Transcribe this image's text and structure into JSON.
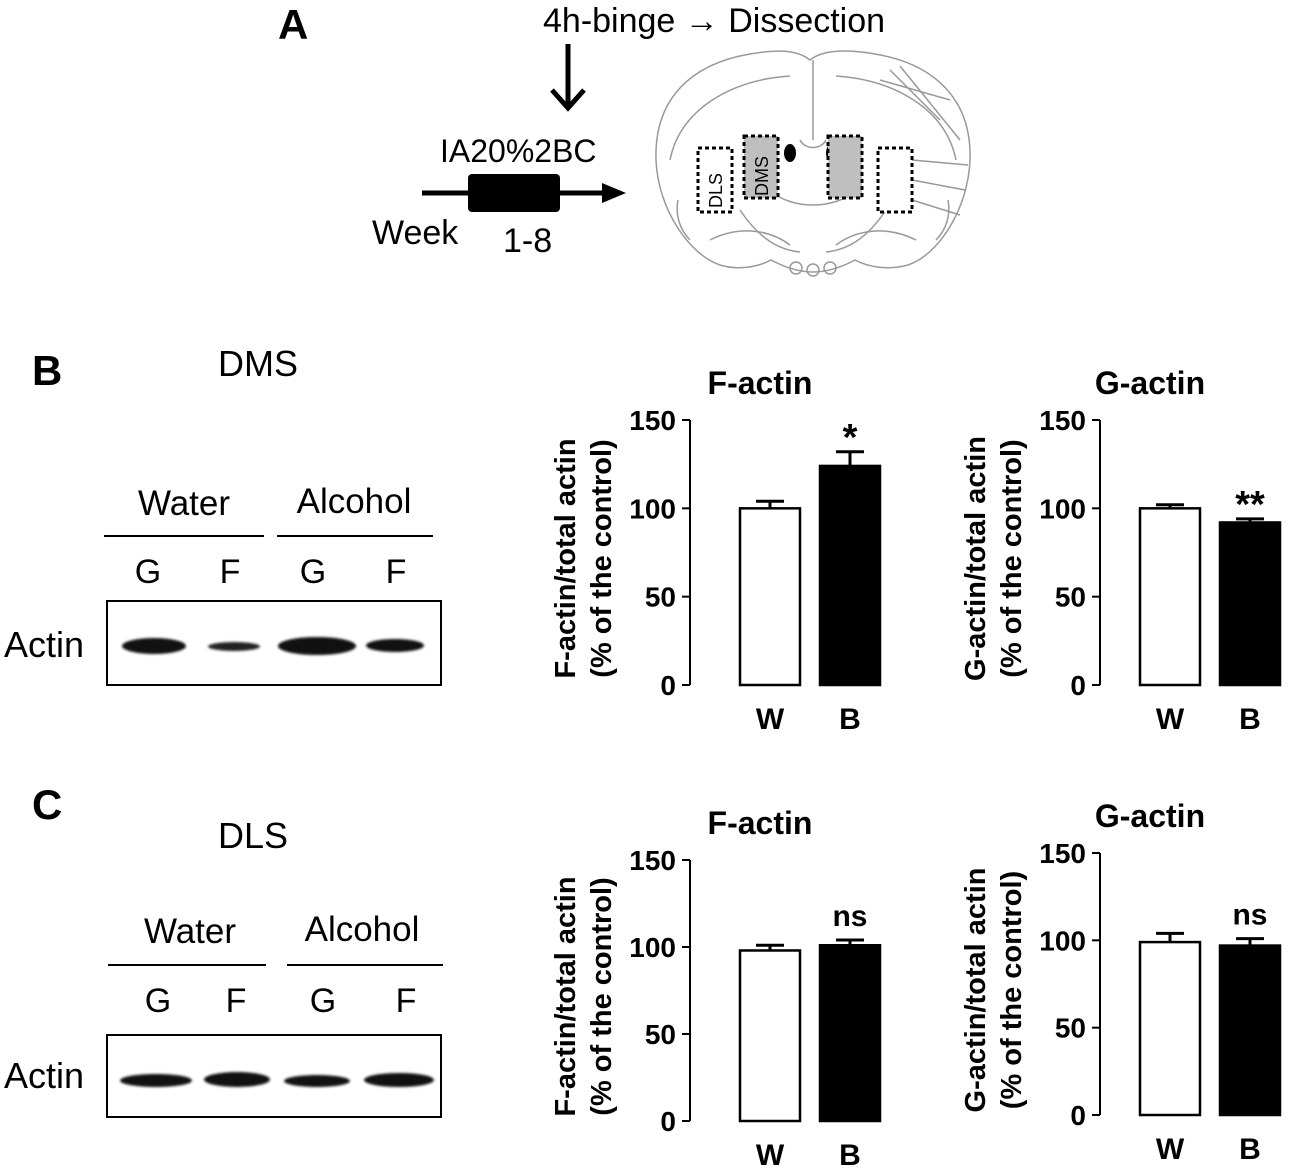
{
  "panel_a": {
    "letter": "A",
    "timeline_top": "4h-binge → Dissection",
    "protocol": "IA20%2BC",
    "week_label": "Week",
    "week_range": "1-8",
    "region_dls": "DLS",
    "region_dms": "DMS"
  },
  "panel_b": {
    "letter": "B",
    "region": "DMS",
    "group_water": "Water",
    "group_alcohol": "Alcohol",
    "lanes": [
      "G",
      "F",
      "G",
      "F"
    ],
    "blot_label": "Actin"
  },
  "panel_c": {
    "letter": "C",
    "region": "DLS",
    "group_water": "Water",
    "group_alcohol": "Alcohol",
    "lanes": [
      "G",
      "F",
      "G",
      "F"
    ],
    "blot_label": "Actin"
  },
  "chart_data": [
    {
      "type": "bar",
      "panel": "B",
      "title": "F-actin",
      "ylabel": "F-actin/total actin\n(% of the control)",
      "categories": [
        "W",
        "B"
      ],
      "values": [
        100,
        124
      ],
      "errors": [
        4,
        8
      ],
      "annotations": [
        "",
        "*"
      ],
      "fills": [
        "#ffffff",
        "#000000"
      ],
      "ylim": [
        0,
        150
      ],
      "yticks": [
        0,
        50,
        100,
        150
      ]
    },
    {
      "type": "bar",
      "panel": "B",
      "title": "G-actin",
      "ylabel": "G-actin/total actin\n(% of the control)",
      "categories": [
        "W",
        "B"
      ],
      "values": [
        100,
        92
      ],
      "errors": [
        2,
        2
      ],
      "annotations": [
        "",
        "**"
      ],
      "fills": [
        "#ffffff",
        "#000000"
      ],
      "ylim": [
        0,
        150
      ],
      "yticks": [
        0,
        50,
        100,
        150
      ]
    },
    {
      "type": "bar",
      "panel": "C",
      "title": "F-actin",
      "ylabel": "F-actin/total actin\n(% of the control)",
      "categories": [
        "W",
        "B"
      ],
      "values": [
        98,
        101
      ],
      "errors": [
        3,
        3
      ],
      "annotations": [
        "",
        "ns"
      ],
      "fills": [
        "#ffffff",
        "#000000"
      ],
      "ylim": [
        0,
        150
      ],
      "yticks": [
        0,
        50,
        100,
        150
      ]
    },
    {
      "type": "bar",
      "panel": "C",
      "title": "G-actin",
      "ylabel": "G-actin/total actin\n(% of the control)",
      "categories": [
        "W",
        "B"
      ],
      "values": [
        99,
        97
      ],
      "errors": [
        5,
        4
      ],
      "annotations": [
        "",
        "ns"
      ],
      "fills": [
        "#ffffff",
        "#000000"
      ],
      "ylim": [
        0,
        150
      ],
      "yticks": [
        0,
        50,
        100,
        150
      ]
    }
  ]
}
